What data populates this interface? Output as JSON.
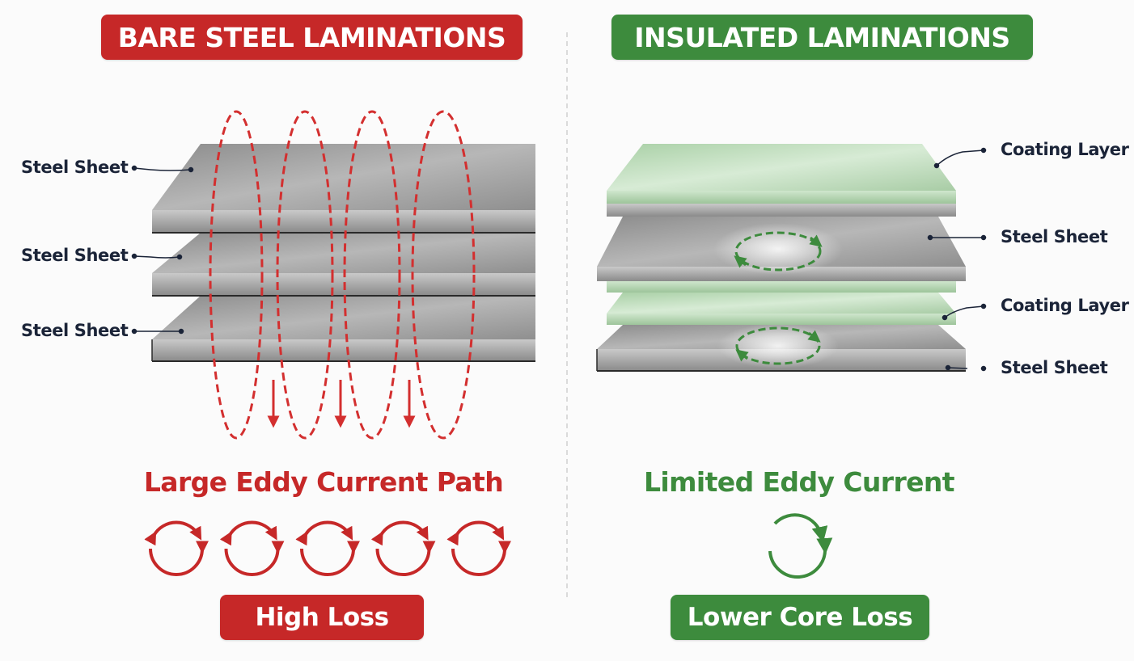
{
  "colors": {
    "loss_red": "#c62828",
    "good_green": "#3d8b3d",
    "steel_gray": "#9a9a9a",
    "coating_green": "#b4d6b2",
    "label_navy": "#1b2438",
    "divider": "#d0d0d0"
  },
  "left_panel": {
    "title": "BARE STEEL LAMINATIONS",
    "labels": [
      "Steel Sheet",
      "Steel Sheet",
      "Steel Sheet"
    ],
    "caption": "Large Eddy Current Path",
    "result": "High Loss",
    "eddy_loop_icon": "circular-arrows-icon",
    "eddy_loop_count": 5
  },
  "right_panel": {
    "title": "INSULATED LAMINATIONS",
    "labels": [
      "Coating Layer",
      "Steel Sheet",
      "Coating Layer",
      "Steel Sheet"
    ],
    "caption": "Limited Eddy Current",
    "result": "Lower Core Loss",
    "eddy_loop_icon": "circular-arrow-icon",
    "eddy_loop_count": 1
  }
}
